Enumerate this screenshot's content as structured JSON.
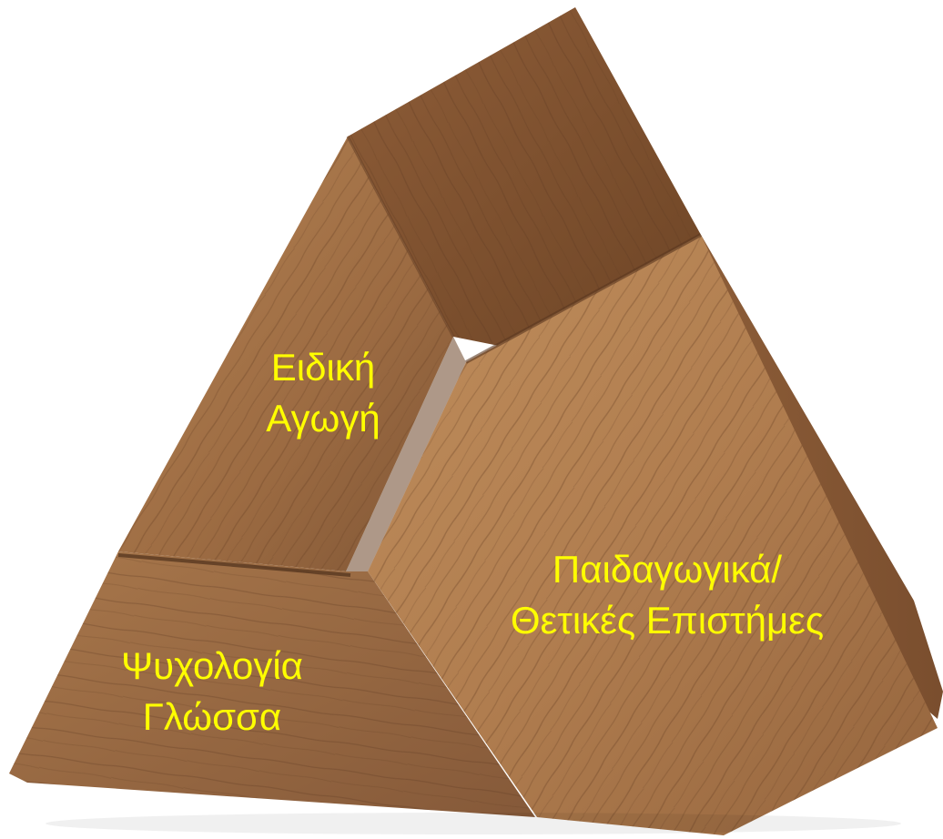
{
  "image": {
    "subject": "wooden triangular prism puzzle",
    "background_color": "#ffffff",
    "label_color": "#ffff00",
    "wood_colors": {
      "light": "#b98758",
      "mid": "#a06e45",
      "dark": "#7c5232",
      "shadow": "#5e3b22"
    }
  },
  "labels": {
    "top_block": {
      "line1": "Ειδική",
      "line2": "Αγωγή"
    },
    "right_block": {
      "line1": "Παιδαγωγικά/",
      "line2": "Θετικές Επιστήμες"
    },
    "left_block": {
      "line1": "Ψυχολογία",
      "line2": "Γλώσσα"
    }
  }
}
